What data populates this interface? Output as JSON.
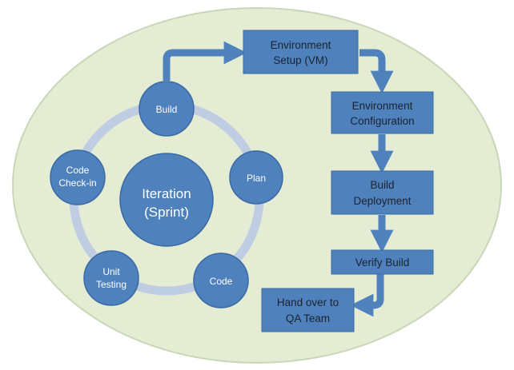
{
  "colors": {
    "ellipse_fill": "#e4ecd4",
    "ellipse_stroke": "#c9d6b7",
    "ring": "#bfcde3",
    "node_fill": "#4f81bd",
    "node_stroke": "#3a6aa5",
    "box_fill": "#4f81bd",
    "box_text": "#1b2430",
    "node_text": "#ffffff",
    "arrow": "#4f81bd"
  },
  "cycle": {
    "center": {
      "line1": "Iteration",
      "line2": "(Sprint)"
    },
    "nodes": [
      {
        "id": "build",
        "line1": "Build",
        "line2": ""
      },
      {
        "id": "plan",
        "line1": "Plan",
        "line2": ""
      },
      {
        "id": "code",
        "line1": "Code",
        "line2": ""
      },
      {
        "id": "unit-testing",
        "line1": "Unit",
        "line2": "Testing"
      },
      {
        "id": "code-check-in",
        "line1": "Code",
        "line2": "Check-in"
      }
    ]
  },
  "flow": {
    "steps": [
      {
        "id": "environment-setup",
        "line1": "Environment",
        "line2": "Setup (VM)"
      },
      {
        "id": "environment-configuration",
        "line1": "Environment",
        "line2": "Configuration"
      },
      {
        "id": "build-deployment",
        "line1": "Build",
        "line2": "Deployment"
      },
      {
        "id": "verify-build",
        "line1": "Verify Build",
        "line2": ""
      },
      {
        "id": "hand-over",
        "line1": "Hand over to",
        "line2": "QA Team"
      }
    ]
  }
}
